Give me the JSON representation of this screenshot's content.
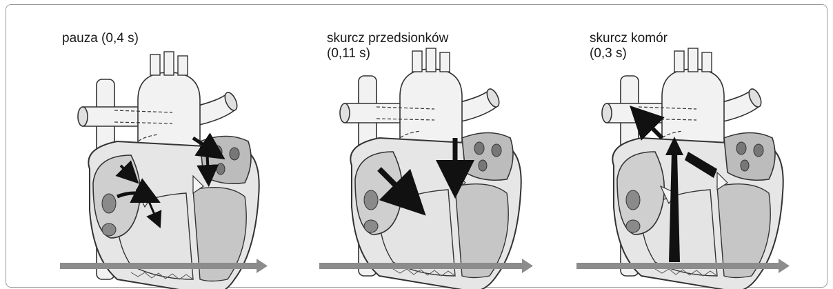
{
  "panels": [
    {
      "phase": "pauza (0,4 s)",
      "icon": "heart-diastole-illustration"
    },
    {
      "phase_line1": "skurcz przedsionków",
      "phase_line2": "(0,11 s)",
      "icon": "heart-atrial-systole-illustration"
    },
    {
      "phase_line1": "skurcz komór",
      "phase_line2": "(0,3 s)",
      "icon": "heart-ventricular-systole-illustration"
    }
  ],
  "colors": {
    "arrow_gray": "#8c8c8c",
    "heart_fill": "#e8e8e8",
    "chamber_fill": "#bdbdbd",
    "dark": "#111111",
    "outline": "#333333"
  }
}
